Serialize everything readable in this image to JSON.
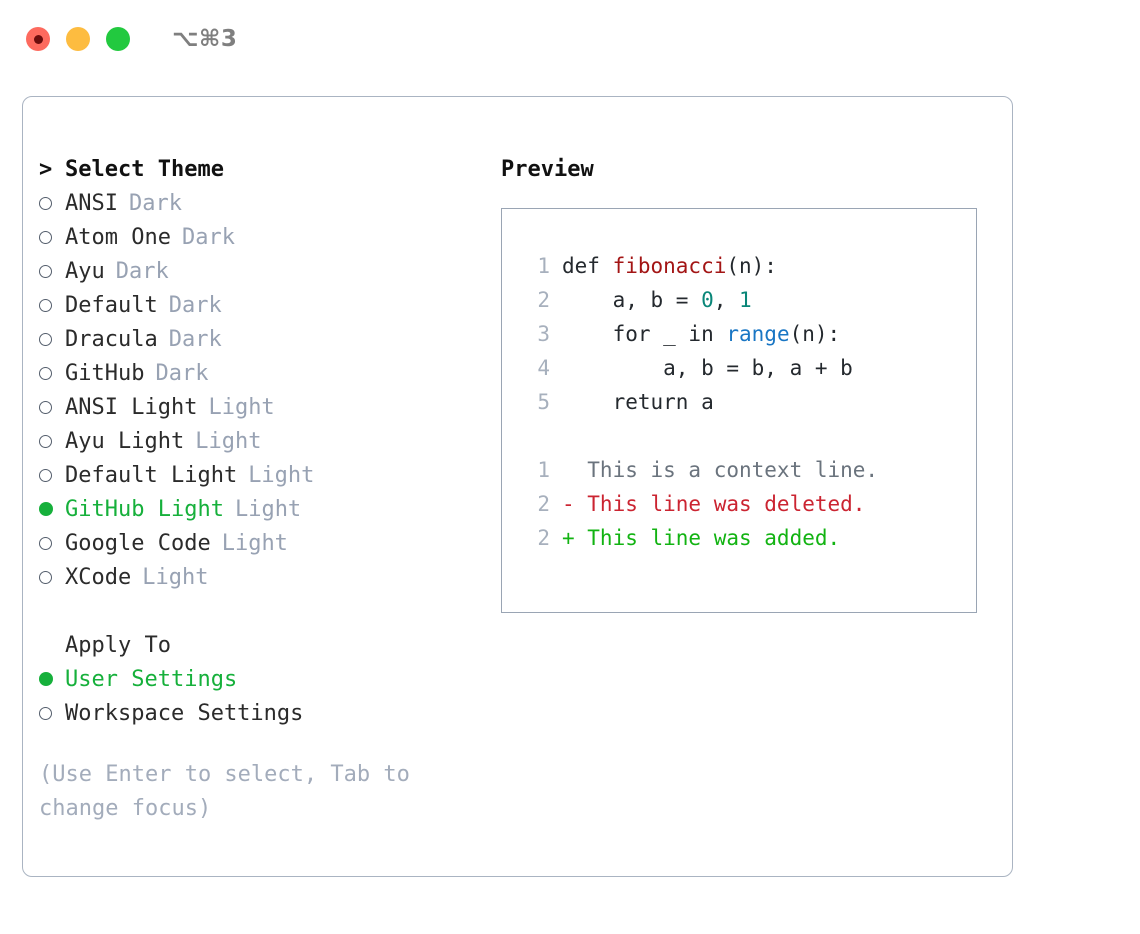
{
  "titlebar": {
    "shortcut": "⌥⌘3",
    "dots": [
      {
        "name": "close-dot",
        "color": "#fd6a5e"
      },
      {
        "name": "minimize-dot",
        "color": "#fdbc40"
      },
      {
        "name": "maximize-dot",
        "color": "#22c93f"
      }
    ]
  },
  "theme_picker": {
    "heading": "Select Theme",
    "caret": ">",
    "items": [
      {
        "name": "ANSI",
        "tag": "Dark",
        "selected": false
      },
      {
        "name": "Atom One",
        "tag": "Dark",
        "selected": false
      },
      {
        "name": "Ayu",
        "tag": "Dark",
        "selected": false
      },
      {
        "name": "Default",
        "tag": "Dark",
        "selected": false
      },
      {
        "name": "Dracula",
        "tag": "Dark",
        "selected": false
      },
      {
        "name": "GitHub",
        "tag": "Dark",
        "selected": false
      },
      {
        "name": "ANSI Light",
        "tag": "Light",
        "selected": false
      },
      {
        "name": "Ayu Light",
        "tag": "Light",
        "selected": false
      },
      {
        "name": "Default Light",
        "tag": "Light",
        "selected": false
      },
      {
        "name": "GitHub Light",
        "tag": "Light",
        "selected": true
      },
      {
        "name": "Google Code",
        "tag": "Light",
        "selected": false
      },
      {
        "name": "XCode",
        "tag": "Light",
        "selected": false
      }
    ]
  },
  "apply_to": {
    "heading": "Apply To",
    "options": [
      {
        "label": "User Settings",
        "selected": true
      },
      {
        "label": "Workspace Settings",
        "selected": false
      }
    ]
  },
  "hint": "(Use Enter to select, Tab to change focus)",
  "preview": {
    "title": "Preview",
    "code_lines": [
      {
        "num": "1",
        "tokens": [
          {
            "text": "def ",
            "cls": "t-kw"
          },
          {
            "text": "fibonacci",
            "cls": "t-fn"
          },
          {
            "text": "(n):",
            "cls": "t-plain"
          }
        ]
      },
      {
        "num": "2",
        "tokens": [
          {
            "text": "    a, b = ",
            "cls": "t-plain"
          },
          {
            "text": "0",
            "cls": "t-num"
          },
          {
            "text": ", ",
            "cls": "t-plain"
          },
          {
            "text": "1",
            "cls": "t-num"
          }
        ]
      },
      {
        "num": "3",
        "tokens": [
          {
            "text": "    for _ in ",
            "cls": "t-plain"
          },
          {
            "text": "range",
            "cls": "t-call"
          },
          {
            "text": "(n):",
            "cls": "t-plain"
          }
        ]
      },
      {
        "num": "4",
        "tokens": [
          {
            "text": "        a, b = b, a + b",
            "cls": "t-plain"
          }
        ]
      },
      {
        "num": "5",
        "tokens": [
          {
            "text": "    return a",
            "cls": "t-plain"
          }
        ]
      }
    ],
    "diff_lines": [
      {
        "num": "1",
        "prefix": "  ",
        "text": "This is a context line.",
        "cls": "d-ctx"
      },
      {
        "num": "2",
        "prefix": "- ",
        "text": "This line was deleted.",
        "cls": "d-del"
      },
      {
        "num": "2",
        "prefix": "+ ",
        "text": "This line was added.",
        "cls": "d-add"
      }
    ]
  },
  "colors": {
    "accent_green": "#16b03b",
    "muted_tag": "#98a2b3",
    "hint_text": "#a3acbb",
    "border": "#aab4c2",
    "code_border": "#9aa5b4",
    "diff_add": "#12b312",
    "diff_del": "#cb2431",
    "diff_ctx": "#6a737d"
  }
}
